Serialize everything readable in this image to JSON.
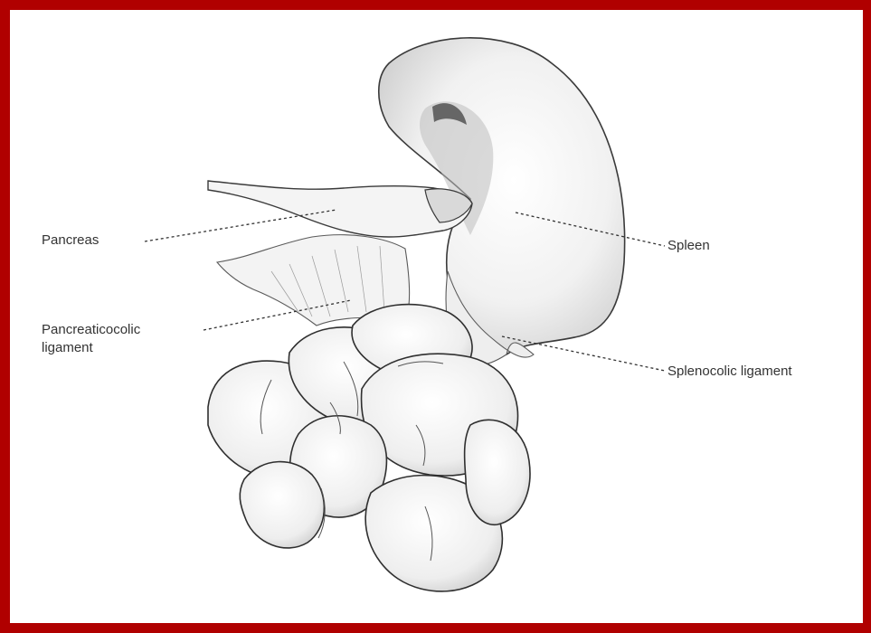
{
  "frame_color": "#b00000",
  "labels": {
    "pancreas": "Pancreas",
    "pancreaticocolic_line1": "Pancreaticocolic",
    "pancreaticocolic_line2": "ligament",
    "spleen": "Spleen",
    "splenocolic": "Splenocolic ligament"
  }
}
